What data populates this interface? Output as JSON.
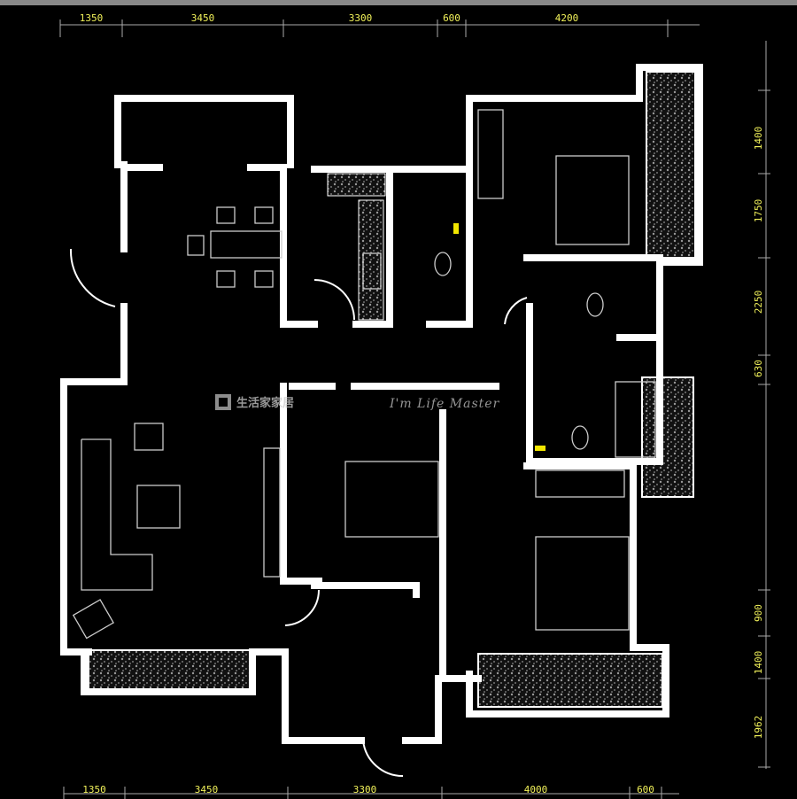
{
  "dimensions": {
    "top": [
      "1350",
      "3450",
      "3300",
      "600",
      "4200"
    ],
    "bottom": [
      "1350",
      "3450",
      "3300",
      "4000",
      "600"
    ],
    "right": [
      "1400",
      "1750",
      "2250",
      "630",
      "900",
      "1400",
      "1962"
    ]
  },
  "watermark": {
    "brand": "生活家家居",
    "signature": "I'm Life Master"
  },
  "colors": {
    "background": "#000000",
    "wall": "#ffffff",
    "dimension_text": "#f2f25a",
    "fixture_accent": "#f2e600"
  }
}
